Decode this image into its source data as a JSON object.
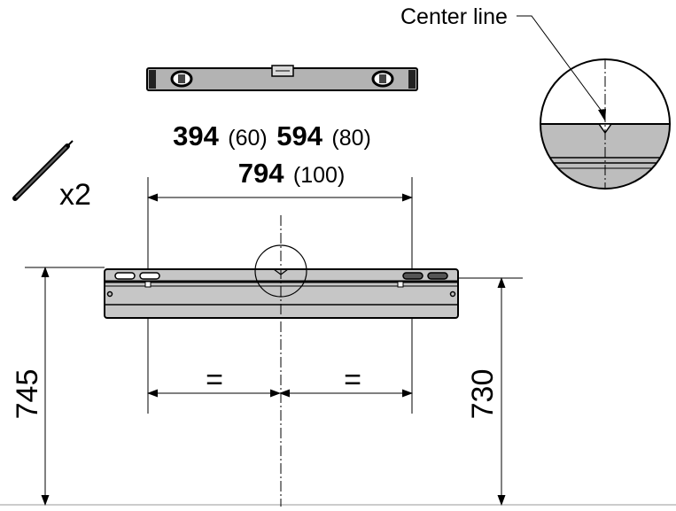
{
  "labels": {
    "center_line": "Center line",
    "qty": "x2",
    "w1_main": "394",
    "w1_sub": "(60)",
    "w2_main": "594",
    "w2_sub": "(80)",
    "w3_main": "794",
    "w3_sub": "(100)",
    "equal_left": "=",
    "equal_right": "=",
    "height_left": "745",
    "height_right": "730"
  },
  "icons": [
    "spirit-level-icon",
    "pencil-icon",
    "mounting-rail",
    "detail-magnifier"
  ],
  "colors": {
    "rail_fill": "#c6c6c6",
    "level_fill": "#b3b3b3",
    "detail_fill": "#bdbdbd",
    "line": "#000000"
  }
}
